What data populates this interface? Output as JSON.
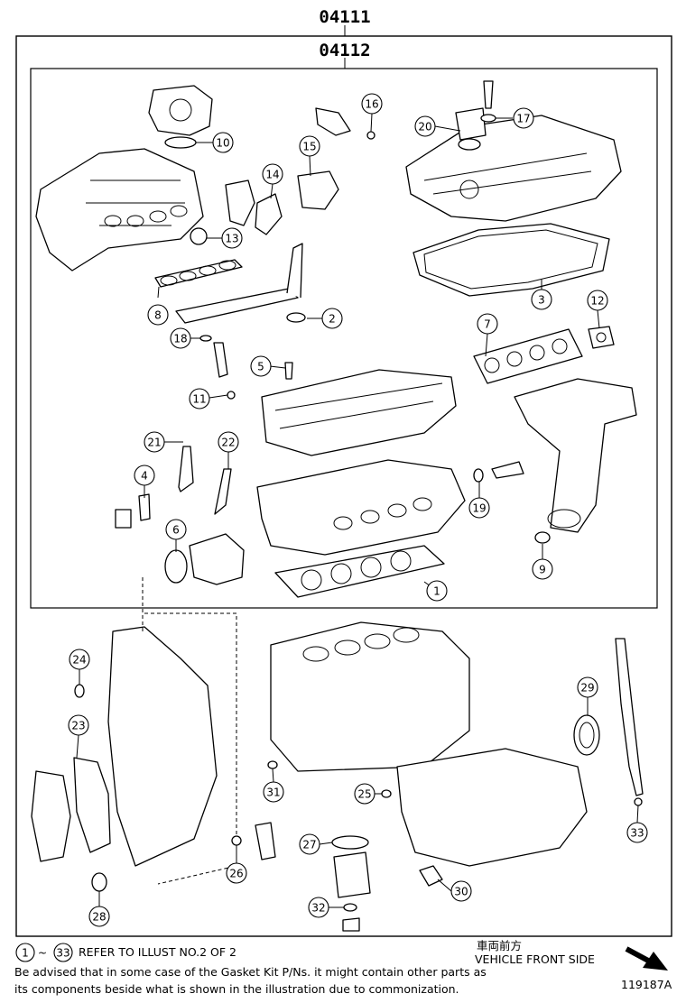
{
  "header": {
    "kit_outer": "04111",
    "kit_inner": "04112"
  },
  "callouts": [
    {
      "n": "1"
    },
    {
      "n": "2"
    },
    {
      "n": "3"
    },
    {
      "n": "4"
    },
    {
      "n": "5"
    },
    {
      "n": "6"
    },
    {
      "n": "7"
    },
    {
      "n": "8"
    },
    {
      "n": "9"
    },
    {
      "n": "10"
    },
    {
      "n": "11"
    },
    {
      "n": "12"
    },
    {
      "n": "13"
    },
    {
      "n": "14"
    },
    {
      "n": "15"
    },
    {
      "n": "16"
    },
    {
      "n": "17"
    },
    {
      "n": "18"
    },
    {
      "n": "19"
    },
    {
      "n": "20"
    },
    {
      "n": "21"
    },
    {
      "n": "22"
    },
    {
      "n": "23"
    },
    {
      "n": "24"
    },
    {
      "n": "25"
    },
    {
      "n": "26"
    },
    {
      "n": "27"
    },
    {
      "n": "28"
    },
    {
      "n": "29"
    },
    {
      "n": "30"
    },
    {
      "n": "31"
    },
    {
      "n": "32"
    },
    {
      "n": "33"
    }
  ],
  "footer": {
    "range_start": "1",
    "range_end": "33",
    "range_sep": "~",
    "refer_text": "REFER TO ILLUST NO.2 OF 2",
    "note_line1": "Be advised that in some case of the Gasket Kit P/Ns. it might contain other parts as",
    "note_line2": "its components beside what is shown in the illustration due to commonization.",
    "vehicle_front_jp": "車両前方",
    "vehicle_front_en": "VEHICLE FRONT SIDE",
    "illustration_id": "119187A"
  }
}
